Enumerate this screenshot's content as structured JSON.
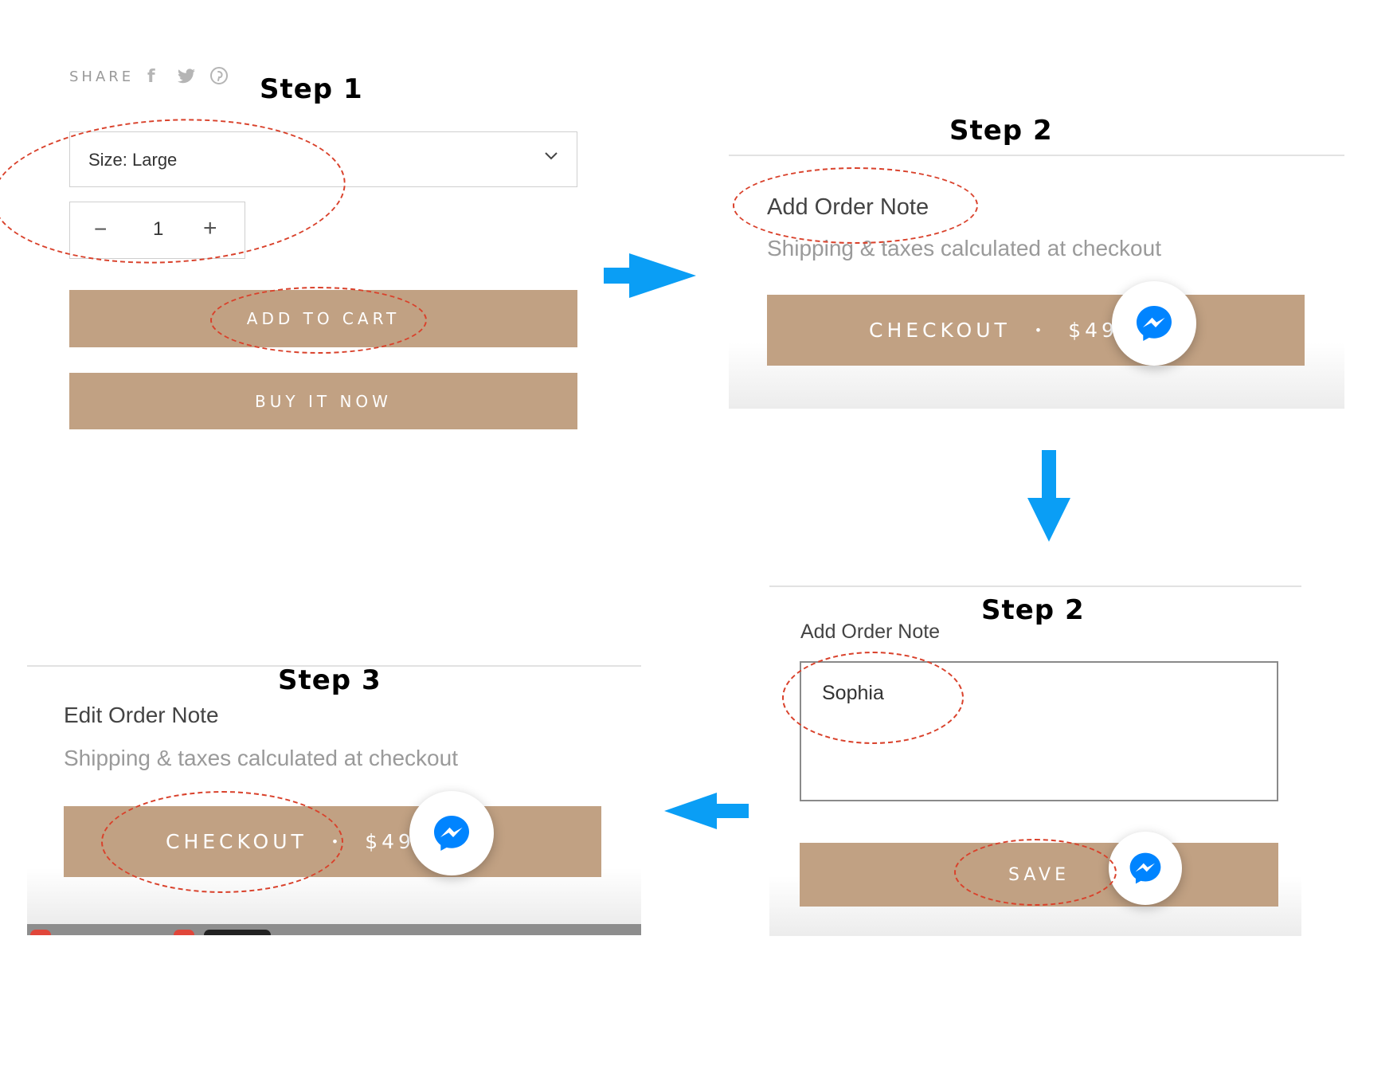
{
  "steps": {
    "step1": "Step 1",
    "step2_top": "Step 2",
    "step2_bottom": "Step 2",
    "step3": "Step 3"
  },
  "product": {
    "share_label": "SHARE",
    "share_icons": [
      "facebook-icon",
      "twitter-icon",
      "pinterest-icon"
    ],
    "size_select": "Size: Large",
    "quantity": "1",
    "minus": "−",
    "plus": "+",
    "add_to_cart": "ADD TO CART",
    "buy_it_now": "BUY IT NOW"
  },
  "cart_step2": {
    "order_note_link": "Add Order Note",
    "shipping_note": "Shipping & taxes calculated at checkout",
    "checkout": "CHECKOUT",
    "dot": "•",
    "price": "$49."
  },
  "note_editor": {
    "label": "Add Order Note",
    "note_value": "Sophia",
    "save": "SAVE"
  },
  "cart_step3": {
    "order_note_link": "Edit Order Note",
    "shipping_note": "Shipping & taxes calculated at checkout",
    "checkout": "CHECKOUT",
    "dot": "•",
    "price": "$49."
  },
  "colors": {
    "button": "#c1a183",
    "arrow": "#0a9ef5",
    "annotation": "#d9412b",
    "messenger": "#0084ff"
  }
}
